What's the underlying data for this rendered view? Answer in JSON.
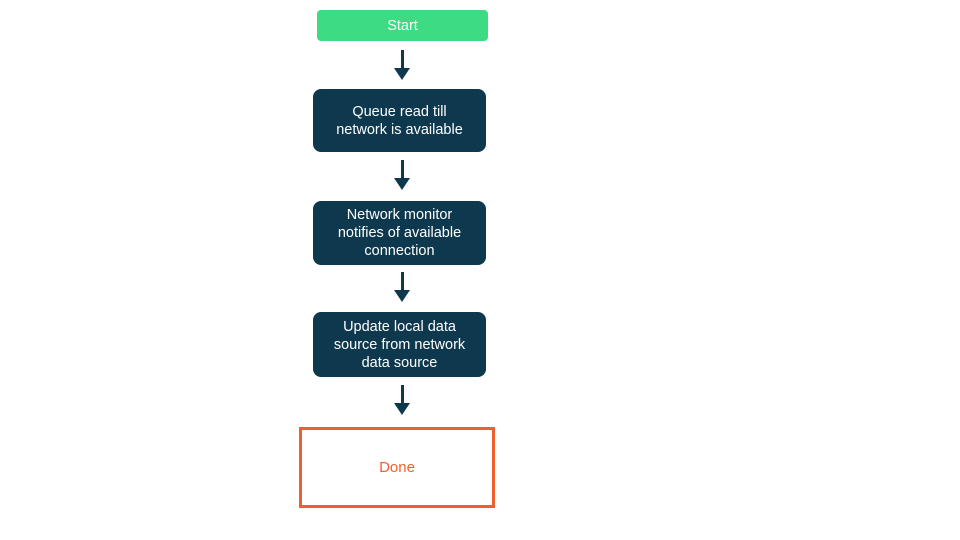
{
  "colors": {
    "start_green": "#3ddc84",
    "process_navy": "#0e384d",
    "done_orange": "#f0602f",
    "text_white": "#ffffff",
    "background": "#ffffff"
  },
  "diagram": {
    "type": "flowchart",
    "direction": "top-down",
    "nodes": [
      {
        "id": "start",
        "kind": "start",
        "label": "Start"
      },
      {
        "id": "queue-read",
        "kind": "process",
        "label": "Queue read till\nnetwork is available"
      },
      {
        "id": "network-monitor",
        "kind": "process",
        "label": "Network monitor\nnotifies of available\nconnection"
      },
      {
        "id": "update-local-data",
        "kind": "process",
        "label": "Update local data\nsource from network\ndata source"
      },
      {
        "id": "done",
        "kind": "end",
        "label": "Done"
      }
    ],
    "edges": [
      {
        "from": "start",
        "to": "queue-read"
      },
      {
        "from": "queue-read",
        "to": "network-monitor"
      },
      {
        "from": "network-monitor",
        "to": "update-local-data"
      },
      {
        "from": "update-local-data",
        "to": "done"
      }
    ]
  }
}
